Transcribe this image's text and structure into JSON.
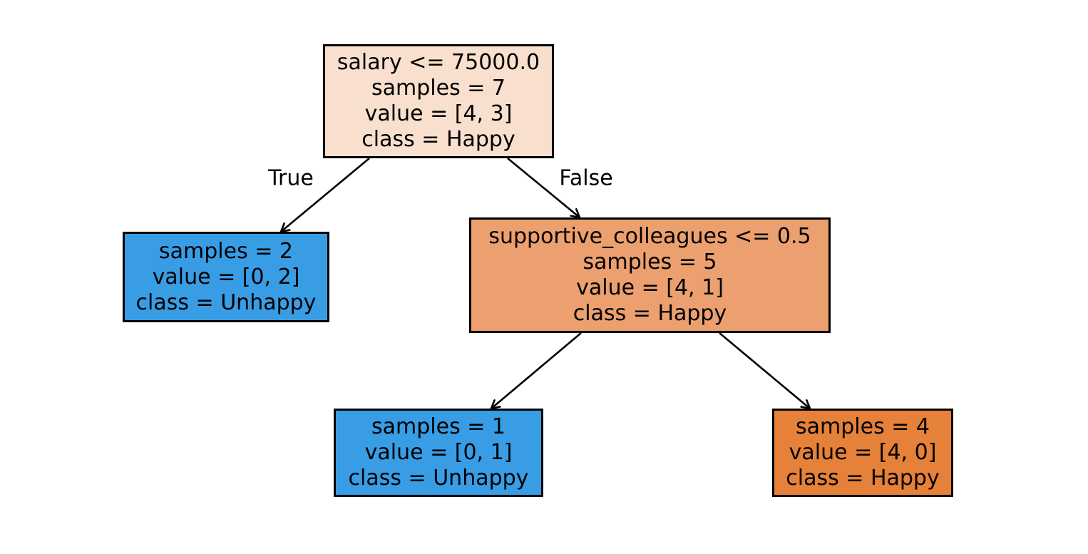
{
  "tree": {
    "nodes": [
      {
        "id": "root",
        "fill": "#f9e0ce",
        "lines": [
          "salary <= 75000.0",
          "samples = 7",
          "value = [4, 3]",
          "class = Happy"
        ]
      },
      {
        "id": "left-leaf",
        "fill": "#399de5",
        "lines": [
          "samples = 2",
          "value = [0, 2]",
          "class = Unhappy"
        ]
      },
      {
        "id": "right-split",
        "fill": "#eca06f",
        "lines": [
          "supportive_colleagues <= 0.5",
          "samples = 5",
          "value = [4, 1]",
          "class = Happy"
        ]
      },
      {
        "id": "right-left-leaf",
        "fill": "#399de5",
        "lines": [
          "samples = 1",
          "value = [0, 1]",
          "class = Unhappy"
        ]
      },
      {
        "id": "right-right-leaf",
        "fill": "#e58139",
        "lines": [
          "samples = 4",
          "value = [4, 0]",
          "class = Happy"
        ]
      }
    ],
    "edge_labels": {
      "true_label": "True",
      "false_label": "False"
    },
    "colors": {
      "border": "#000000",
      "arrow": "#000000",
      "background": "#ffffff",
      "class_happy": "#e58139",
      "class_unhappy": "#399de5"
    }
  }
}
